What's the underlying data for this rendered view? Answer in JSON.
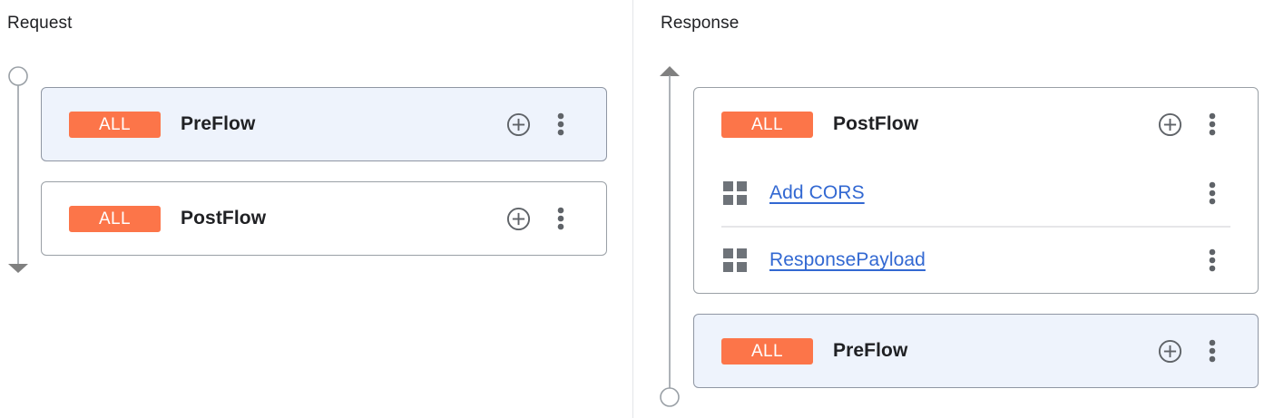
{
  "panels": [
    {
      "key": "request",
      "title": "Request",
      "rail": {
        "start_marker": "circle",
        "end_marker": "arrow-down",
        "direction": "downward"
      },
      "cards": [
        {
          "name": "PreFlow",
          "badge": "ALL",
          "selected": true,
          "add_icon": "add-circle-icon",
          "menu_icon": "more-vert-icon",
          "policies": []
        },
        {
          "name": "PostFlow",
          "badge": "ALL",
          "selected": false,
          "add_icon": "add-circle-icon",
          "menu_icon": "more-vert-icon",
          "policies": []
        }
      ]
    },
    {
      "key": "response",
      "title": "Response",
      "rail": {
        "start_marker": "arrow-up",
        "end_marker": "circle",
        "direction": "upward"
      },
      "cards": [
        {
          "name": "PostFlow",
          "badge": "ALL",
          "selected": false,
          "add_icon": "add-circle-icon",
          "menu_icon": "more-vert-icon",
          "policies": [
            {
              "label": "Add CORS",
              "grip_icon": "drag-grid-icon",
              "menu_icon": "more-vert-icon"
            },
            {
              "label": "ResponsePayload",
              "grip_icon": "drag-grid-icon",
              "menu_icon": "more-vert-icon"
            }
          ]
        },
        {
          "name": "PreFlow",
          "badge": "ALL",
          "selected": true,
          "add_icon": "add-circle-icon",
          "menu_icon": "more-vert-icon",
          "policies": []
        }
      ]
    }
  ],
  "colors": {
    "badge_background": "#FC7549",
    "badge_text": "#FFFFFF",
    "selected_card_background": "#EAF0FB",
    "card_border": "#9AA0A6",
    "link": "#3268D2",
    "icon": "#5F6368",
    "rail": "#9AA0A6",
    "divider": "#E4E6E9",
    "title_text": "#202124"
  }
}
